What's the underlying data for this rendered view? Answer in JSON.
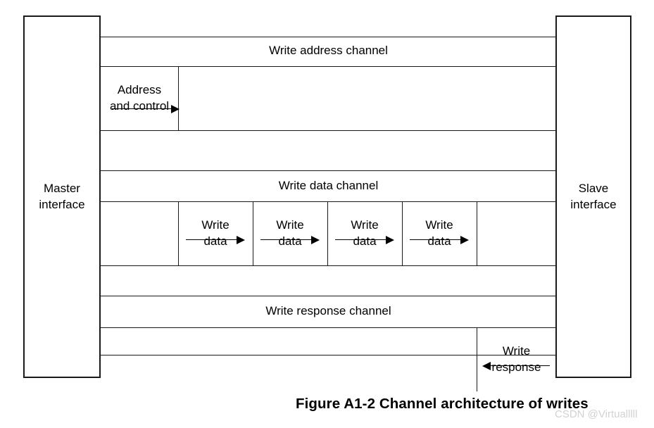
{
  "figure": {
    "caption": "Figure A1-2 Channel architecture of writes",
    "watermark": "CSDN @Virtualllll"
  },
  "endpoints": {
    "master": "Master\ninterface",
    "slave": "Slave\ninterface"
  },
  "channels": [
    {
      "id": "write-address-channel",
      "title": "Write address channel",
      "payloads": [
        {
          "id": "address-and-control",
          "label": "Address\nand control"
        }
      ],
      "arrows": [
        {
          "id": "write-address-arrow",
          "direction": "right"
        }
      ]
    },
    {
      "id": "write-data-channel",
      "title": "Write data channel",
      "payloads": [
        {
          "id": "write-data-1",
          "label": "Write\ndata"
        },
        {
          "id": "write-data-2",
          "label": "Write\ndata"
        },
        {
          "id": "write-data-3",
          "label": "Write\ndata"
        },
        {
          "id": "write-data-4",
          "label": "Write\ndata"
        }
      ],
      "arrows": [
        {
          "id": "write-data-arrow-1",
          "direction": "right"
        },
        {
          "id": "write-data-arrow-2",
          "direction": "right"
        },
        {
          "id": "write-data-arrow-3",
          "direction": "right"
        },
        {
          "id": "write-data-arrow-4",
          "direction": "right"
        }
      ]
    },
    {
      "id": "write-response-channel",
      "title": "Write response channel",
      "payloads": [
        {
          "id": "write-response",
          "label": "Write\nresponse"
        }
      ],
      "arrows": [
        {
          "id": "write-response-arrow",
          "direction": "left"
        }
      ]
    }
  ],
  "colors": {
    "line": "#1a1a1a",
    "text": "#000000",
    "background": "#ffffff",
    "watermark": "#d2d2d2"
  }
}
